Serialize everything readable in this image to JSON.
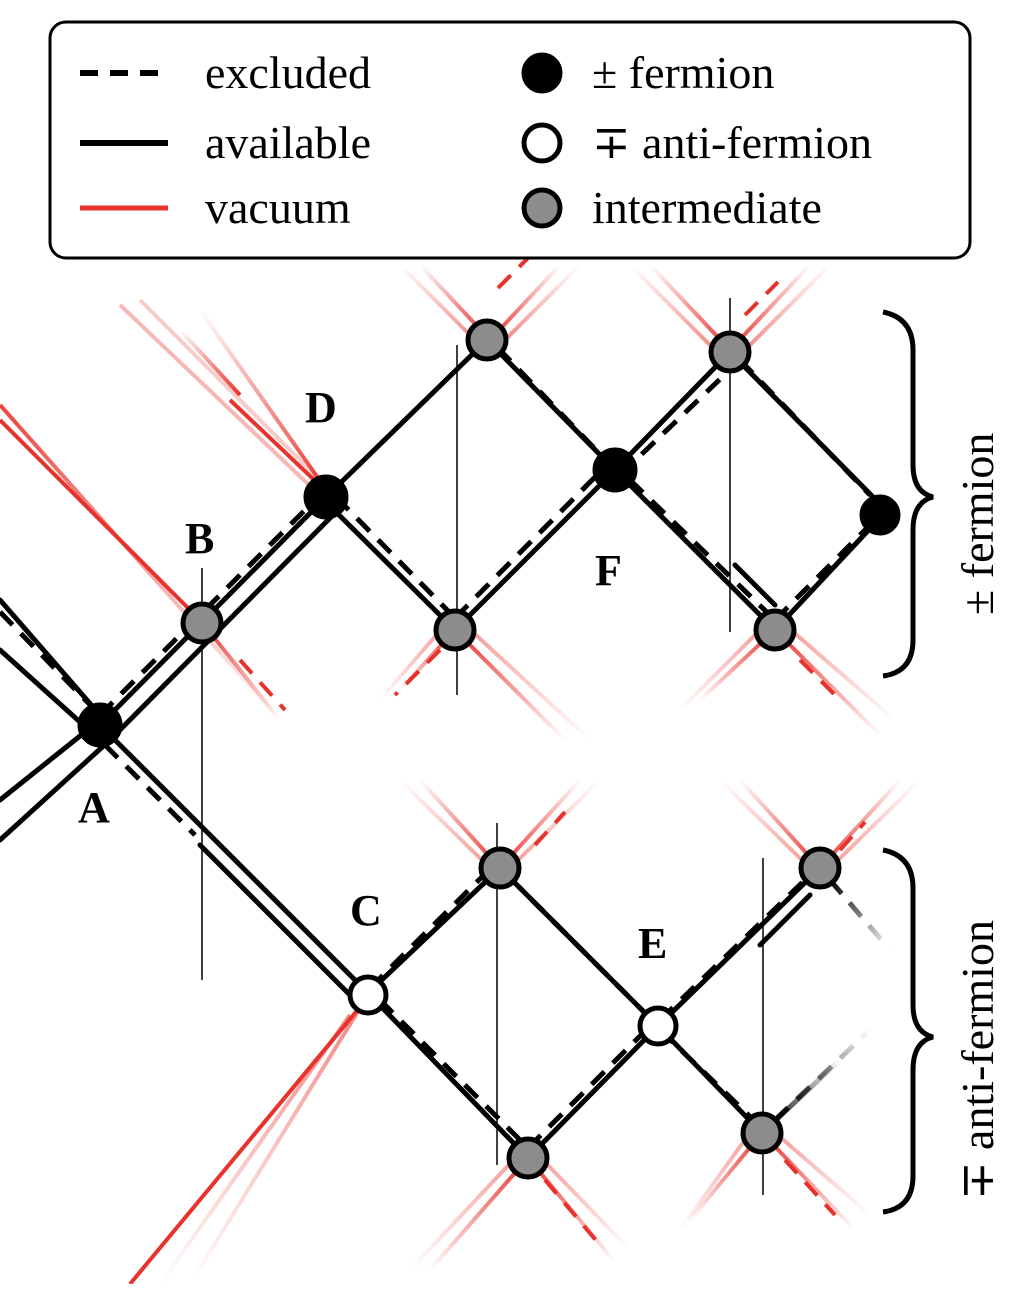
{
  "legend": {
    "excluded": "excluded",
    "available": "available",
    "vacuum": "vacuum",
    "fermion": "± fermion",
    "anti_fermion": "∓ anti-fermion",
    "intermediate": "intermediate"
  },
  "node_labels": {
    "A": "A",
    "B": "B",
    "C": "C",
    "D": "D",
    "E": "E",
    "F": "F"
  },
  "side_labels": {
    "fermion": "± fermion",
    "anti_fermion": "∓ anti-fermion"
  },
  "colors": {
    "available": "#000000",
    "excluded": "#000000",
    "vacuum": "#e8322c",
    "fermion_fill": "#000000",
    "anti_fermion_fill": "#ffffff",
    "intermediate_fill": "#8c8c8c"
  }
}
